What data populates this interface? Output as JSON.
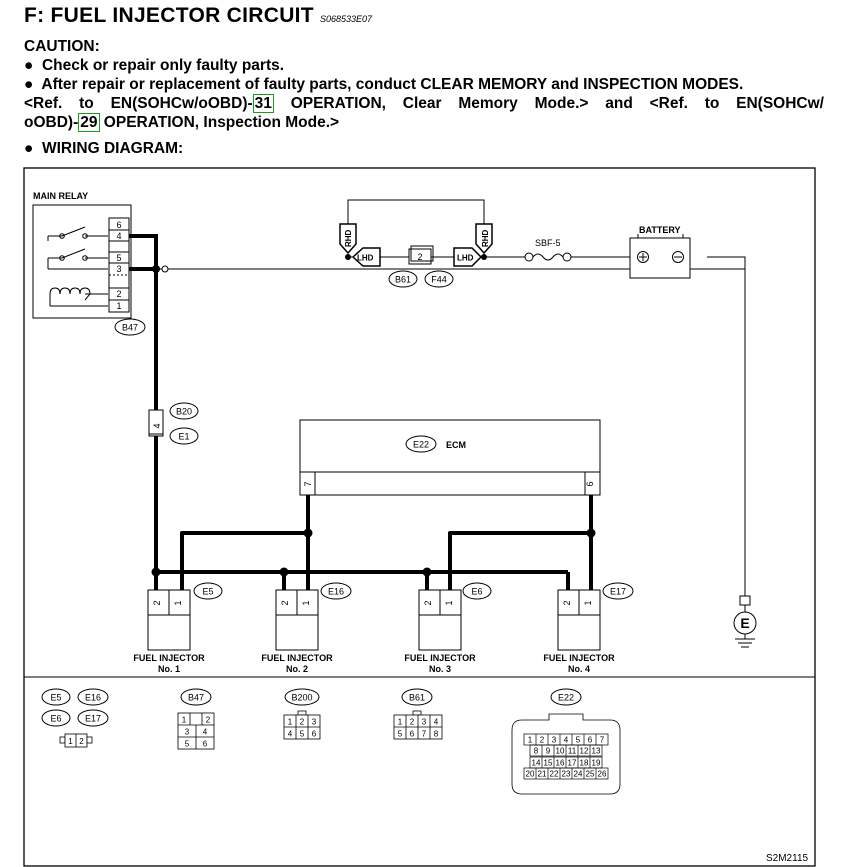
{
  "header": {
    "title": "F:  FUEL INJECTOR CIRCUIT",
    "doc_code": "S068533E07",
    "caution_label": "CAUTION:",
    "bullet1": "Check or repair only faulty parts.",
    "bullet2_line1": "After repair or replacement of faulty parts, conduct CLEAR MEMORY and INSPECTION MODES.",
    "ref_a_pre": "<Ref. to EN(SOHCw/oOBD)-",
    "ref_a_page": "31",
    "ref_a_post": " OPERATION, Clear Memory Mode.> and <Ref. to EN(SOHCw/",
    "ref_b_pre": "oOBD)-",
    "ref_b_page": "29",
    "ref_b_post": " OPERATION, Inspection Mode.>",
    "wiring_label": "WIRING DIAGRAM:"
  },
  "diagram": {
    "main_relay": "MAIN RELAY",
    "relay_pins": [
      "6",
      "4",
      "5",
      "3",
      "2",
      "1"
    ],
    "relay_conn": "B47",
    "rhd": "RHD",
    "lhd": "LHD",
    "pin2": "2",
    "b61": "B61",
    "f44": "F44",
    "fuse": "SBF-5",
    "battery": "BATTERY",
    "b20": "B20",
    "e1": "E1",
    "pin4": "4",
    "ecm_conn": "E22",
    "ecm": "ECM",
    "ecm_pin7": "7",
    "ecm_pin6": "6",
    "injectors": [
      {
        "title": "FUEL INJECTOR",
        "num": "No. 1",
        "conn": "E5"
      },
      {
        "title": "FUEL INJECTOR",
        "num": "No. 2",
        "conn": "E16"
      },
      {
        "title": "FUEL INJECTOR",
        "num": "No. 3",
        "conn": "E6"
      },
      {
        "title": "FUEL INJECTOR",
        "num": "No. 4",
        "conn": "E17"
      }
    ],
    "inj_pin_a": "2",
    "inj_pin_b": "1",
    "ground": "E",
    "figure_code": "S2M2115"
  },
  "connectors": {
    "e5": "E5",
    "e16": "E16",
    "e6": "E6",
    "e17": "E17",
    "inj_pins": [
      "1",
      "2"
    ],
    "b47": "B47",
    "b47_pins": [
      "1",
      "2",
      "3",
      "4",
      "5",
      "6"
    ],
    "b200": "B200",
    "b200_pins": [
      "1",
      "2",
      "3",
      "4",
      "5",
      "6"
    ],
    "b61": "B61",
    "b61_pins": [
      "1",
      "2",
      "3",
      "4",
      "5",
      "6",
      "7",
      "8"
    ],
    "e22": "E22",
    "e22_row1": [
      "1",
      "2",
      "3",
      "4",
      "5",
      "6",
      "7"
    ],
    "e22_row2": [
      "8",
      "9",
      "10",
      "11",
      "12",
      "13"
    ],
    "e22_row3": [
      "14",
      "15",
      "16",
      "17",
      "18",
      "19"
    ],
    "e22_row4": [
      "20",
      "21",
      "22",
      "23",
      "24",
      "25",
      "26"
    ]
  },
  "colors": {
    "wire": "#000000",
    "link_box": "#1a9e1a"
  }
}
